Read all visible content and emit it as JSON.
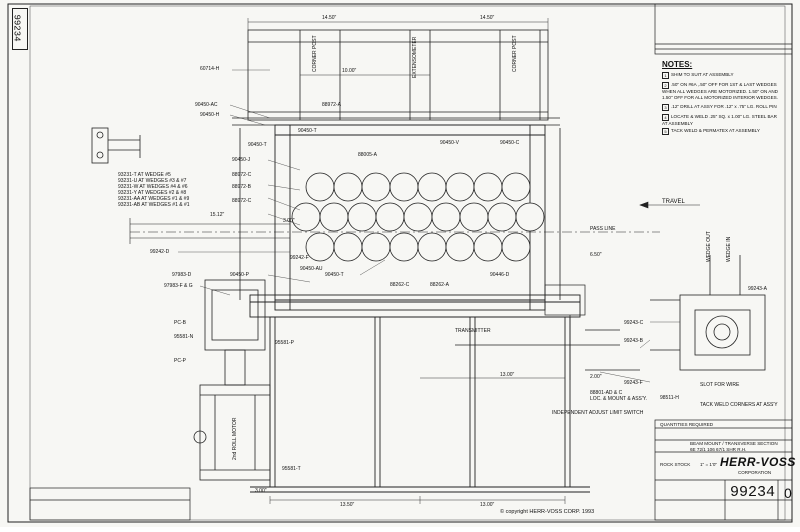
{
  "sheet": {
    "corner_number": "99234",
    "title_lines": [
      "BEAM MOUNT / TRANSVERSE SECTION",
      "6E 72/1 106 67/1 SHR R.H."
    ],
    "company": "HERR-VOSS",
    "company_sub": "CORPORATION",
    "drawing_number": "99234",
    "revision": "0",
    "copyright": "© copyright HERR-VOSS CORP. 1993",
    "quantities_required": "QUANTITIES REQUIRED",
    "scale": "1\" = 1'0\"",
    "stock": "ROCK STOCK"
  },
  "notes": {
    "title": "NOTES:",
    "items": [
      {
        "num": "1",
        "text": "SHIM TO SUIT AT ASSEMBLY"
      },
      {
        "num": "2",
        "text": ".50\" ON #6A ,.50\" OFF FOR 1ST & LAST WEDGES WHEN ALL WEDGES ARE MOTORIZED. 1.50\" ON AND 1.50\" OFF FOR ALL MOTORIZED INTERIOR WEDGES."
      },
      {
        "num": "3",
        "text": ".12\" DRILL AT ASSY FOR .12\" x .75\" LG. ROLL PIN"
      },
      {
        "num": "4",
        "text": "LOCATE & WELD .25\" SQ. x 1.00\" LG. STEEL BAR AT ASSEMBLY"
      },
      {
        "num": "5",
        "text": "TACK WELD & PERMATEX AT ASSEMBLY"
      }
    ]
  },
  "callouts": {
    "left": [
      "60714-H",
      "90450-AC",
      "90450-H",
      "88972-A",
      "90450-T",
      "90450-J",
      "88972-C",
      "88972-B",
      "88972-C",
      "90450-T",
      "99242-D",
      "90450-P",
      "97983-D",
      "97983-F & G",
      "PC-B",
      "95581-N",
      "PC-P",
      "95581-T"
    ],
    "wedges": [
      "93231-T AT WEDGE #5",
      "93231-U AT WEDGES #3 & #7",
      "93231-W AT WEDGES #4 & #6",
      "93231-Y AT WEDGES #2 & #8",
      "93231-AA AT WEDGES #1 & #9",
      "93231-AB AT WEDGES #1 & #1"
    ],
    "center": [
      "88005-A",
      "90450-V",
      "90450-C",
      "88262-C",
      "88262-A",
      "90446-D",
      "90450-T",
      "99242-F",
      "90450-AU",
      "95581-P",
      "88801-AD & C"
    ],
    "right": [
      "99243-A",
      "99243-C",
      "99243-F",
      "99243-B",
      "98511-H"
    ],
    "headers": [
      "CORNER POST",
      "EXTENSOMETER",
      "CORNER POST"
    ],
    "dims": [
      "14.50\"",
      "14.50\"",
      "10.00\"",
      "15.12\"",
      "13.00\"",
      "13.50\"",
      "13.00\"",
      "3.00\"",
      "2.00\"",
      "6.50\"",
      "3.00\""
    ],
    "misc": [
      "TRAVEL",
      "PASS LINE",
      "TRANSMITTER",
      "INDEPENDENT ADJUST LIMIT SWITCH",
      "SLOT FOR WIRE",
      "TACK WELD CORNERS AT ASS'Y",
      "WEDGE OUT",
      "WEDGE IN",
      "2nd ROLL MOTOR",
      "LOC. & MOUNT & ASS'Y."
    ]
  }
}
